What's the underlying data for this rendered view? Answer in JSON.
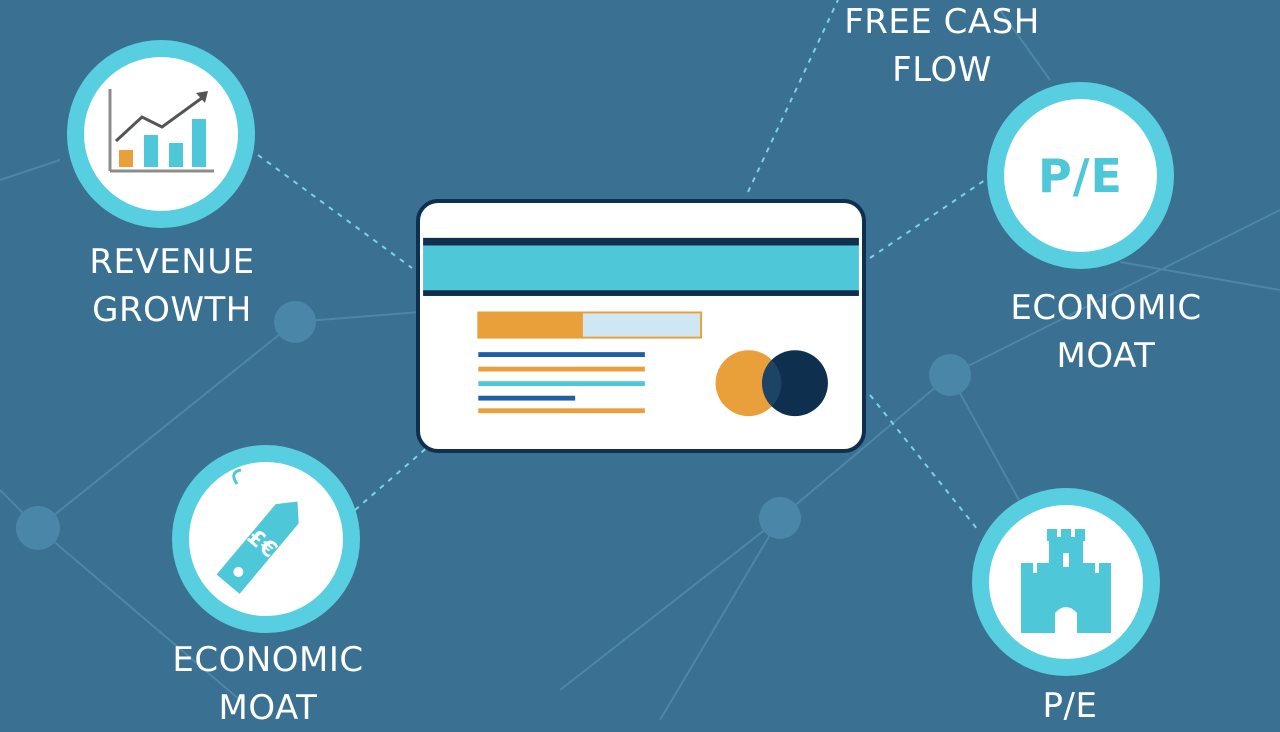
{
  "nodes": {
    "revenue_growth": {
      "label_line1": "REVENUE",
      "label_line2": "GROWTH",
      "icon": "bar-chart-growth-icon"
    },
    "free_cash_flow": {
      "label_line1": "FREE CASH",
      "label_line2": "FLOW"
    },
    "pe_top": {
      "text": "P/E",
      "label_line1": "ECONOMIC",
      "label_line2": "MOAT"
    },
    "price_tag": {
      "icon": "price-tag-icon",
      "label_line1": "ECONOMIC",
      "label_line2": "MOAT"
    },
    "castle": {
      "icon": "castle-icon",
      "label_line1": "P/E"
    }
  },
  "center": {
    "icon": "credit-card-icon"
  },
  "colors": {
    "background": "#3a7092",
    "ring": "#57cfe0",
    "accent_orange": "#e9a03b",
    "accent_teal": "#4ec7d8",
    "card_outline": "#0f2f4e",
    "line_blue": "#1f5fa6"
  }
}
